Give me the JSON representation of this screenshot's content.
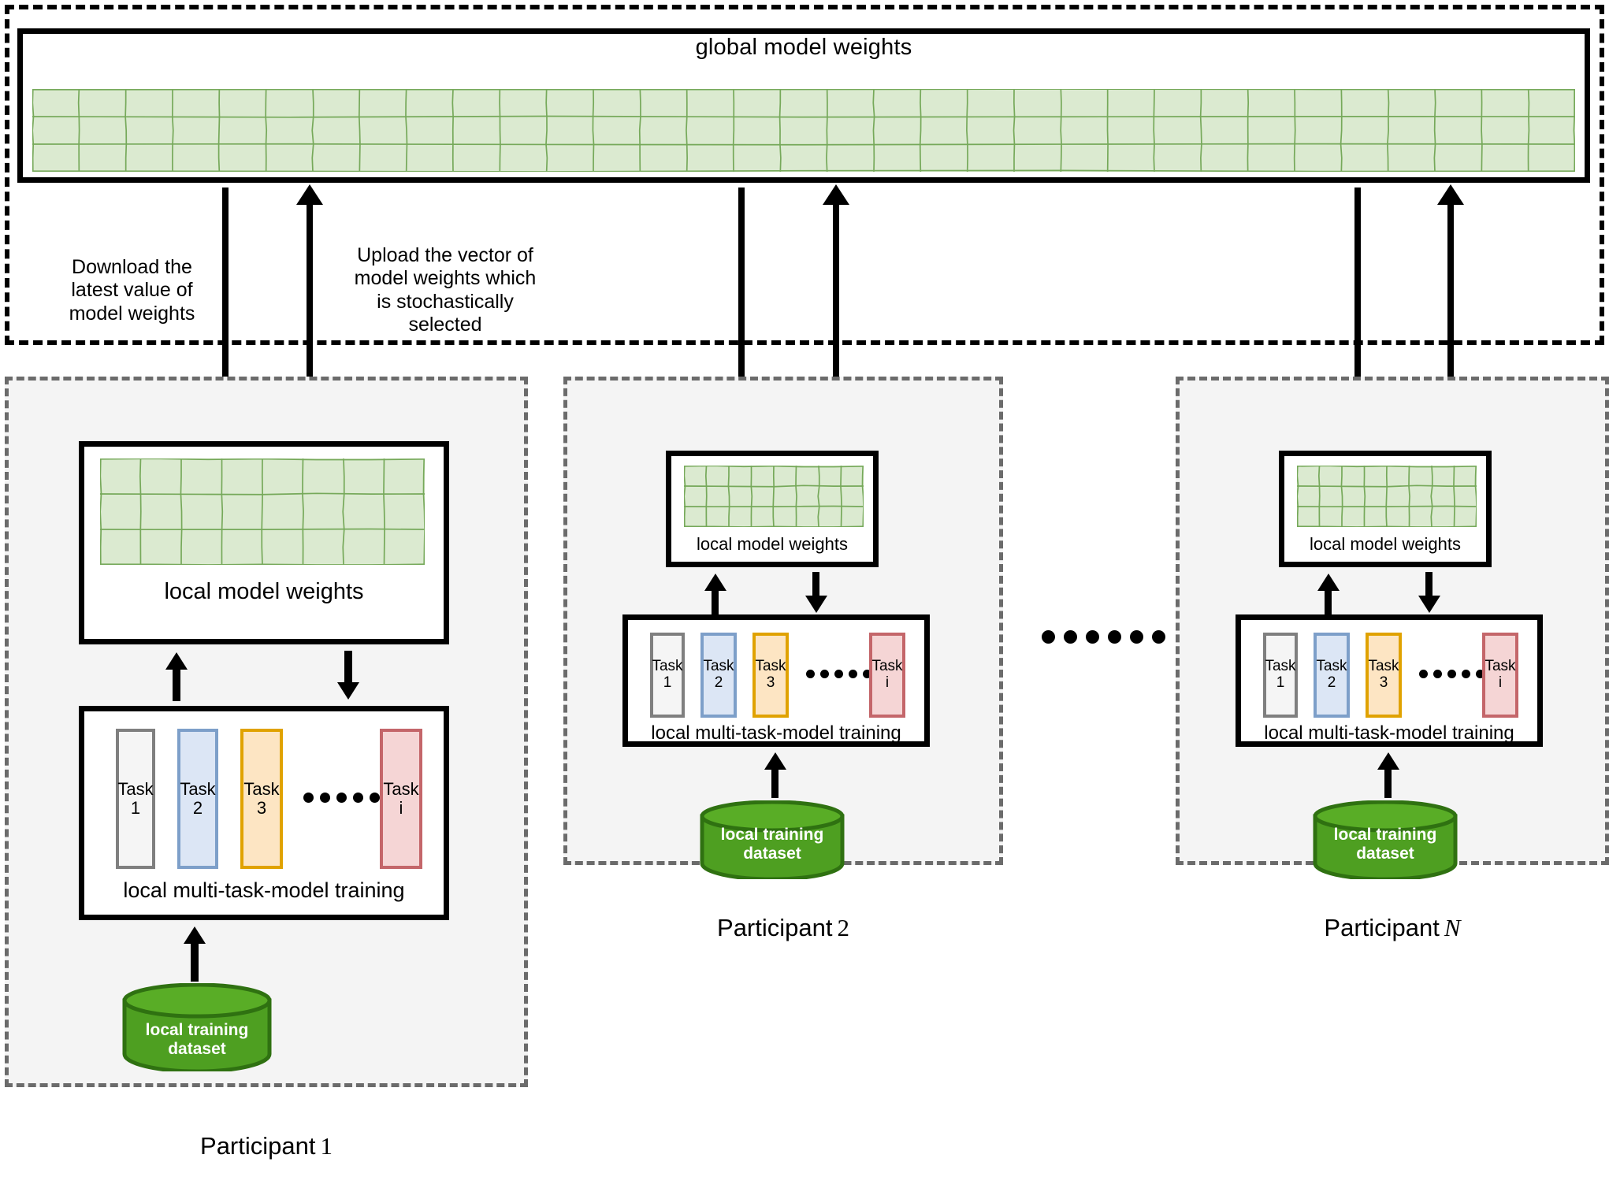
{
  "figure": {
    "type": "federated-learning-architecture-diagram",
    "server": {
      "global_box_title": "global model weights",
      "grid": {
        "rows": 3,
        "cols": 33,
        "fill": "#dbead0",
        "stroke": "#76a95a"
      }
    },
    "flows": {
      "download_label": "Download the\nlatest value of\nmodel weights",
      "download_label_lines": [
        "Download the",
        "latest value of",
        "model weights"
      ],
      "upload_label_lines": [
        "Upload the vector of",
        "model weights which",
        "is stochastically",
        "selected"
      ]
    },
    "participants": [
      {
        "label_text": "Participant",
        "label_index": "1",
        "index_style": "upright",
        "local_weights_title": "local model weights",
        "local_weights_grid": {
          "rows": 3,
          "cols": 8
        },
        "training_title": "local multi-task-model training",
        "tasks": [
          {
            "name": "Task",
            "num": "1",
            "fill": "#f5f5f5",
            "stroke": "#7f7f7f"
          },
          {
            "name": "Task",
            "num": "2",
            "fill": "#dce6f5",
            "stroke": "#7d9fc9"
          },
          {
            "name": "Task",
            "num": "3",
            "fill": "#fde5c3",
            "stroke": "#e0a200"
          },
          {
            "name": "Task",
            "num": "i",
            "fill": "#f5d5d5",
            "stroke": "#c4666a"
          }
        ],
        "task_ellipsis_dots": 6,
        "dataset_label_lines": [
          "local training dataset"
        ]
      },
      {
        "label_text": "Participant",
        "label_index": "2",
        "index_style": "upright",
        "local_weights_title": "local model weights",
        "local_weights_grid": {
          "rows": 3,
          "cols": 8
        },
        "training_title": "local multi-task-model training",
        "tasks": [
          {
            "name": "Task",
            "num": "1",
            "fill": "#f5f5f5",
            "stroke": "#7f7f7f"
          },
          {
            "name": "Task",
            "num": "2",
            "fill": "#dce6f5",
            "stroke": "#7d9fc9"
          },
          {
            "name": "Task",
            "num": "3",
            "fill": "#fde5c3",
            "stroke": "#e0a200"
          },
          {
            "name": "Task",
            "num": "i",
            "fill": "#f5d5d5",
            "stroke": "#c4666a"
          }
        ],
        "task_ellipsis_dots": 6,
        "dataset_label_lines": [
          "local training",
          "dataset"
        ]
      },
      {
        "label_text": "Participant",
        "label_index": "N",
        "index_style": "italic",
        "local_weights_title": "local model weights",
        "local_weights_grid": {
          "rows": 3,
          "cols": 8
        },
        "training_title": "local multi-task-model training",
        "tasks": [
          {
            "name": "Task",
            "num": "1",
            "fill": "#f5f5f5",
            "stroke": "#7f7f7f"
          },
          {
            "name": "Task",
            "num": "2",
            "fill": "#dce6f5",
            "stroke": "#7d9fc9"
          },
          {
            "name": "Task",
            "num": "3",
            "fill": "#fde5c3",
            "stroke": "#e0a200"
          },
          {
            "name": "Task",
            "num": "i",
            "fill": "#f5d5d5",
            "stroke": "#c4666a"
          }
        ],
        "task_ellipsis_dots": 6,
        "dataset_label_lines": [
          "local training",
          "dataset"
        ]
      }
    ],
    "between_participants_ellipsis_dots": 6,
    "colors": {
      "weight_cell_fill": "#dbead0",
      "weight_cell_stroke": "#76a95a",
      "cylinder_fill": "#4e9f21",
      "cylinder_top": "#59ad26",
      "cylinder_stroke": "#2f7111",
      "panel_bg": "#f4f4f4",
      "panel_border": "#6b6b6b",
      "line": "#000000"
    }
  }
}
